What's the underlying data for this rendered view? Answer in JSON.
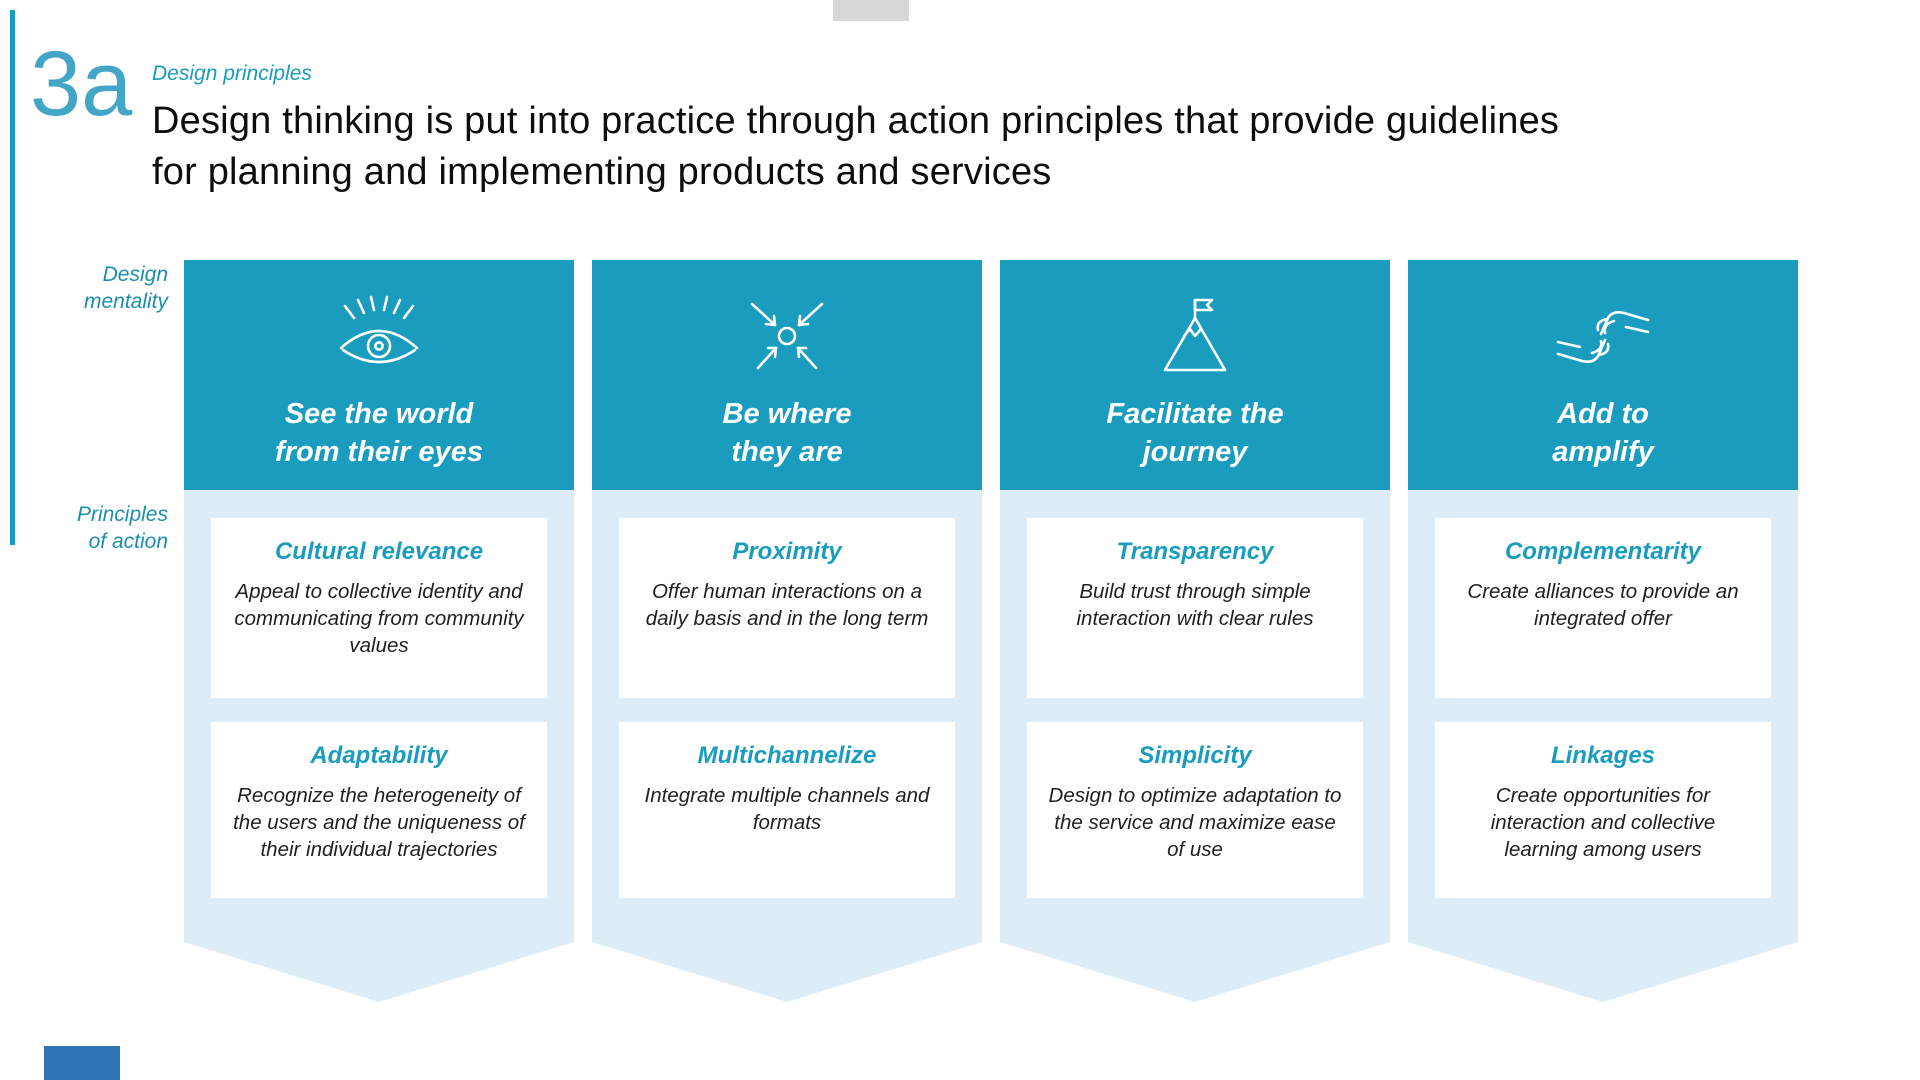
{
  "slide": {
    "number": "3a",
    "eyebrow": "Design principles",
    "title": "Design thinking is put into practice through action principles that provide guidelines for planning and implementing products and services"
  },
  "row_labels": {
    "design_mentality": "Design\nmentality",
    "principles_of_action": "Principles\nof action"
  },
  "columns": [
    {
      "icon": "eye-icon",
      "mentality": "See the world\nfrom their eyes",
      "cards": [
        {
          "title": "Cultural relevance",
          "body": "Appeal to collective identity and communicating from community values"
        },
        {
          "title": "Adaptability",
          "body": "Recognize the heterogeneity of the users and the uniqueness of their individual trajectories"
        }
      ]
    },
    {
      "icon": "converging-arrows-icon",
      "mentality": "Be where\nthey are",
      "cards": [
        {
          "title": "Proximity",
          "body": "Offer human interactions on a daily basis and in the long term"
        },
        {
          "title": "Multichannelize",
          "body": "Integrate multiple channels and formats"
        }
      ]
    },
    {
      "icon": "mountain-flag-icon",
      "mentality": "Facilitate the\njourney",
      "cards": [
        {
          "title": "Transparency",
          "body": "Build trust through simple interaction with clear rules"
        },
        {
          "title": "Simplicity",
          "body": "Design to optimize adaptation to the service and maximize ease of use"
        }
      ]
    },
    {
      "icon": "joined-hands-icon",
      "mentality": "Add to\namplify",
      "cards": [
        {
          "title": "Complementarity",
          "body": "Create alliances to provide an integrated offer"
        },
        {
          "title": "Linkages",
          "body": "Create opportunities for interaction and collective learning among users"
        }
      ]
    }
  ],
  "colors": {
    "teal_header": "#1a9cbe",
    "light_blue_panel": "#dcedf5",
    "accent_teal_text": "#1a8fae",
    "slide_number_teal": "#44a6c6",
    "corner_box_blue": "#2e75b6",
    "top_bar_gray": "#d7d7d7"
  }
}
